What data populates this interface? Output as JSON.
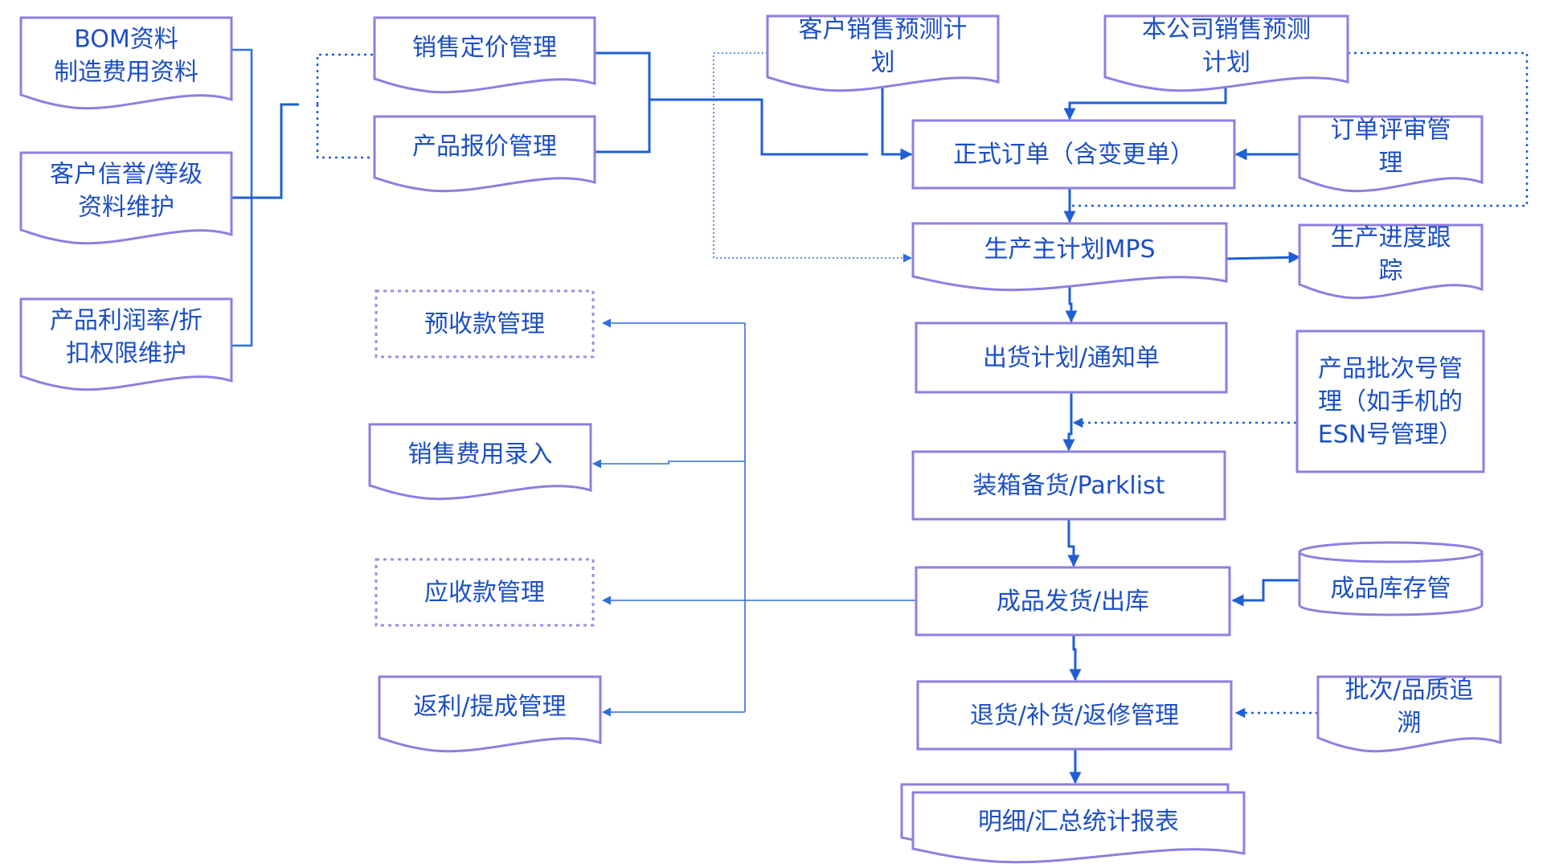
{
  "colors": {
    "node_border": "#8f7ee0",
    "node_text": "#1b4fc4",
    "edge": "#1f5fd6",
    "background": "#ffffff"
  },
  "nodes": {
    "bom": {
      "lines": [
        "BOM资料",
        "制造费用资料"
      ],
      "shape": "document"
    },
    "credit": {
      "lines": [
        "客户信誉/等级",
        "资料维护"
      ],
      "shape": "document"
    },
    "profit": {
      "lines": [
        "产品利润率/折",
        "扣权限维护"
      ],
      "shape": "document"
    },
    "pricing": {
      "lines": [
        "销售定价管理"
      ],
      "shape": "document"
    },
    "quote": {
      "lines": [
        "产品报价管理"
      ],
      "shape": "document"
    },
    "cust_forecast": {
      "lines": [
        "客户销售预测计",
        "划"
      ],
      "shape": "document"
    },
    "own_forecast": {
      "lines": [
        "本公司销售预测",
        "计划"
      ],
      "shape": "document"
    },
    "order": {
      "lines": [
        "正式订单（含变更单）"
      ],
      "shape": "rect"
    },
    "review": {
      "lines": [
        "订单评审管",
        "理"
      ],
      "shape": "document"
    },
    "mps": {
      "lines": [
        "生产主计划MPS"
      ],
      "shape": "document"
    },
    "progress": {
      "lines": [
        "生产进度跟",
        "踪"
      ],
      "shape": "document"
    },
    "ship_plan": {
      "lines": [
        "出货计划/通知单"
      ],
      "shape": "rect"
    },
    "batch": {
      "lines": [
        "产品批次号管",
        "理（如手机的",
        "ESN号管理）"
      ],
      "shape": "rect"
    },
    "packing": {
      "lines": [
        "装箱备货/Parklist"
      ],
      "shape": "rect"
    },
    "delivery": {
      "lines": [
        "成品发货/出库"
      ],
      "shape": "rect"
    },
    "inventory": {
      "lines": [
        "成品库存管"
      ],
      "shape": "cylinder"
    },
    "returns": {
      "lines": [
        "退货/补货/返修管理"
      ],
      "shape": "rect"
    },
    "trace": {
      "lines": [
        "批次/品质追",
        "溯"
      ],
      "shape": "document"
    },
    "report": {
      "lines": [
        "明细/汇总统计报表"
      ],
      "shape": "multidocument"
    },
    "prepay": {
      "lines": [
        "预收款管理"
      ],
      "shape": "dashed-rect"
    },
    "expense": {
      "lines": [
        "销售费用录入"
      ],
      "shape": "document"
    },
    "receivable": {
      "lines": [
        "应收款管理"
      ],
      "shape": "dashed-rect"
    },
    "rebate": {
      "lines": [
        "返利/提成管理"
      ],
      "shape": "document"
    }
  }
}
